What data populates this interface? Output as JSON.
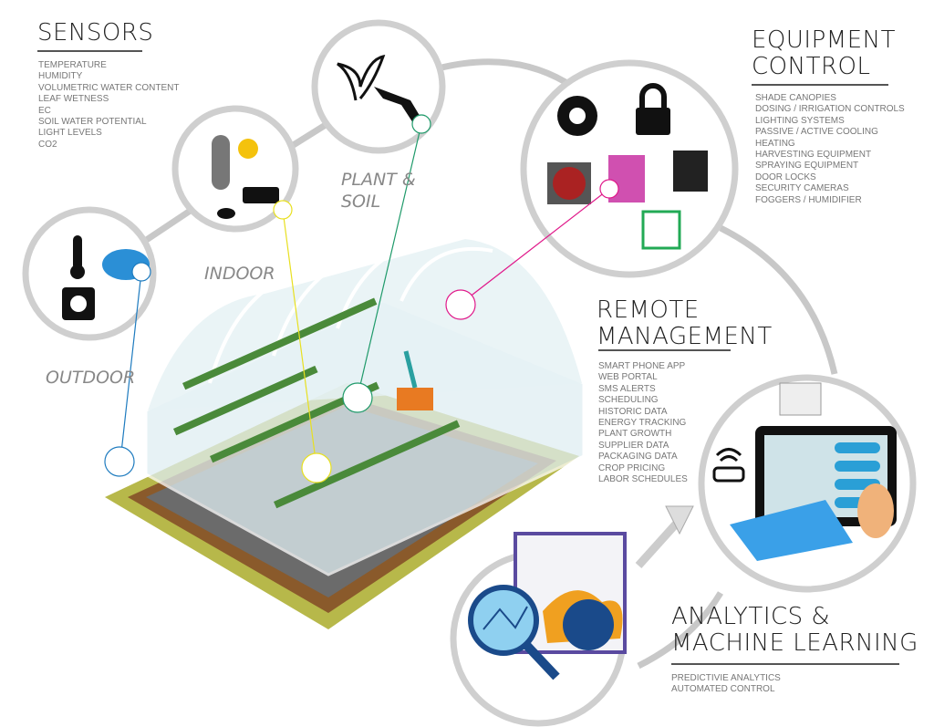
{
  "sensors": {
    "title": "SENSORS",
    "items": [
      "TEMPERATURE",
      "HUMIDITY",
      "VOLUMETRIC WATER CONTENT",
      "LEAF WETNESS",
      "EC",
      "SOIL WATER POTENTIAL",
      "LIGHT LEVELS",
      "CO2"
    ]
  },
  "equipment": {
    "title_line1": "EQUIPMENT",
    "title_line2": "CONTROL",
    "items": [
      "SHADE CANOPIES",
      "DOSING / IRRIGATION CONTROLS",
      "LIGHTING SYSTEMS",
      "PASSIVE / ACTIVE COOLING",
      "HEATING",
      "HARVESTING EQUIPMENT",
      "SPRAYING EQUIPMENT",
      "DOOR LOCKS",
      "SECURITY CAMERAS",
      "FOGGERS / HUMIDIFIER"
    ]
  },
  "remote": {
    "title_line1": "REMOTE",
    "title_line2": "MANAGEMENT",
    "items": [
      "SMART PHONE APP",
      "WEB PORTAL",
      "SMS ALERTS",
      "SCHEDULING",
      "HISTORIC DATA",
      "ENERGY TRACKING",
      "PLANT GROWTH",
      "SUPPLIER DATA",
      "PACKAGING DATA",
      "CROP PRICING",
      "LABOR SCHEDULES"
    ]
  },
  "analytics": {
    "title_line1": "ANALYTICS &",
    "title_line2": "MACHINE LEARNING",
    "items": [
      "PREDICTIVIE ANALYTICS",
      "AUTOMATED CONTROL"
    ]
  },
  "captions": {
    "outdoor": "OUTDOOR",
    "indoor": "INDOOR",
    "plant_soil_line1": "PLANT &",
    "plant_soil_line2": "SOIL"
  },
  "colors": {
    "outdoor_pointer": "#1e7bbf",
    "indoor_pointer": "#e8e020",
    "plant_pointer": "#1f9a6a",
    "equipment_pointer": "#e0198a",
    "ring": "#cfcfcf",
    "ground": "#b7b84a",
    "soil": "#8a5a2b"
  }
}
